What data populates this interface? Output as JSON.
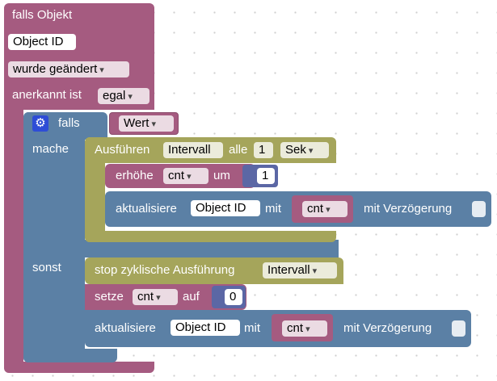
{
  "event": {
    "title": "falls Objekt",
    "object_id": "Object ID",
    "change_mode": "wurde geändert",
    "ack_label": "anerkannt ist",
    "ack_value": "egal"
  },
  "if_block": {
    "if_label": "falls",
    "condition_value": "Wert",
    "then_label": "mache",
    "else_label": "sonst"
  },
  "interval": {
    "run_label": "Ausführen",
    "name": "Intervall",
    "every_label": "alle",
    "amount": "1",
    "unit": "Sek"
  },
  "increment": {
    "label": "erhöhe",
    "variable": "cnt",
    "by_label": "um",
    "amount": "1"
  },
  "update_then": {
    "label": "aktualisiere",
    "object": "Object ID",
    "with_label": "mit",
    "value_var": "cnt",
    "delay_label": "mit Verzögerung"
  },
  "stop": {
    "label": "stop zyklische Ausführung",
    "name": "Intervall"
  },
  "set_var": {
    "label": "setze",
    "variable": "cnt",
    "to_label": "auf",
    "value": "0"
  },
  "update_else": {
    "label": "aktualisiere",
    "object": "Object ID",
    "with_label": "mit",
    "value_var": "cnt",
    "delay_label": "mit Verzögerung"
  },
  "colors": {
    "trigger": "#a55b80",
    "logic": "#5b80a5",
    "timer": "#a5a55b",
    "number": "#5b67a5",
    "gear": "#2e4dd6"
  }
}
